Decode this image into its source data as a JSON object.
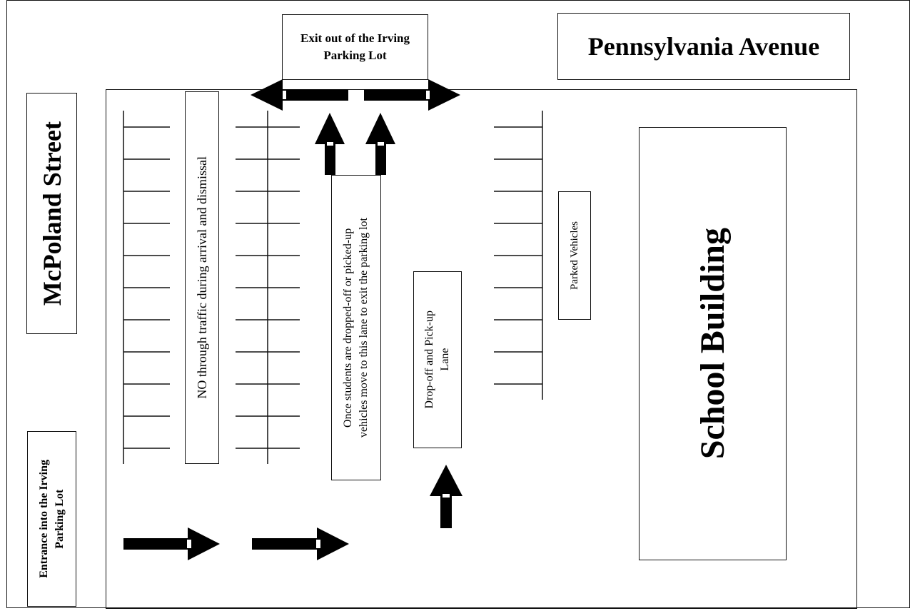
{
  "labels": {
    "pennsylvania_avenue": "Pennsylvania Avenue",
    "exit": "Exit out of the Irving Parking Lot",
    "exit_line1": "Exit out of the Irving",
    "exit_line2": "Parking Lot",
    "mcpoland_street": "McPoland Street",
    "entrance_line1": "Entrance into the Irving",
    "entrance_line2": "Parking Lot",
    "no_through_traffic": "NO through traffic during arrival and dismissal",
    "once_students_line1": "Once students are dropped-off or picked-up",
    "once_students_line2": "vehicles move to this lane to exit the parking lot",
    "dropoff_line1": "Drop-off and Pick-up",
    "dropoff_line2": "Lane",
    "parked_vehicles": "Parked Vehicles",
    "school_building": "School Building"
  }
}
